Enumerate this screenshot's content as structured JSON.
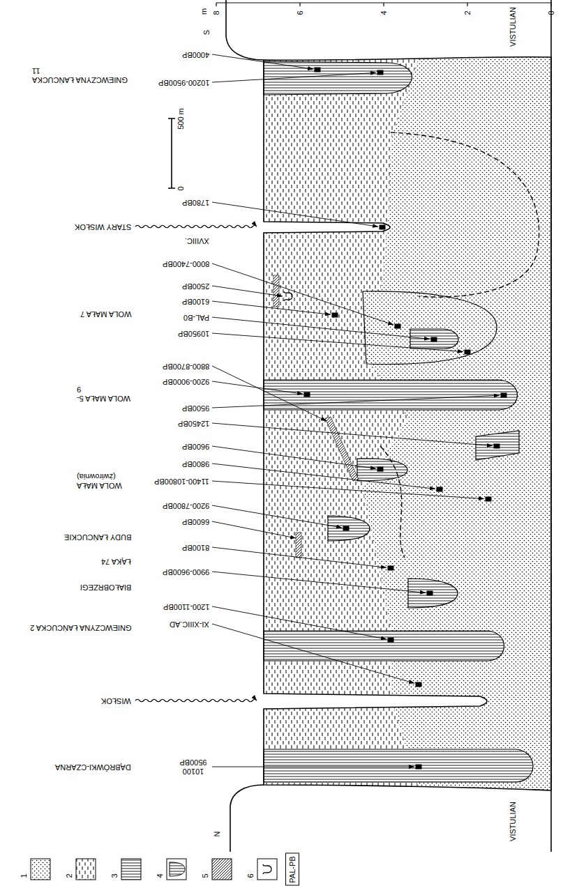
{
  "diagram": {
    "labels": [
      "S",
      "m",
      "8",
      "6",
      "4",
      "2",
      "0",
      "VISTULIAN",
      "GNIEWCZYNA ŁAŃCUCKA 11",
      "4000BP",
      "10200-9500BP",
      "500 m",
      "0",
      "1780BP",
      "STARY WISŁOK",
      "XVIIIC.",
      "8000-7400BP",
      "2500BP",
      "6100BP",
      "PAL-B0",
      "10950BP",
      "WOLA MAŁA 7",
      "8800-8700BP",
      "9200-9000BP",
      "9500BP",
      "12450BP",
      "WOLA MAŁA 5-9",
      "9600BP",
      "9800BP",
      "11400-10800BP",
      "WOLA MAŁA (żwirownia)",
      "9200-7800BP",
      "6600BP",
      "BUDY ŁAŃCUCKIE",
      "ŁĄKA 74",
      "8100BP",
      "9900-9600BP",
      "BIAŁOBRZEGI",
      "1200-1100BP",
      "XI-XIIIC.AD",
      "GNIEWCZYNA ŁAŃCUCKA 2",
      "WISŁOK",
      "10100 9500BP",
      "DĄBRÓWKI-CZARNA",
      "VISTULIAN",
      "N",
      "PAL-PB"
    ],
    "legend": [
      {
        "text": "1"
      },
      {
        "text": "2"
      },
      {
        "text": "3"
      },
      {
        "text": "4"
      },
      {
        "text": "5"
      },
      {
        "text": "6"
      }
    ]
  }
}
